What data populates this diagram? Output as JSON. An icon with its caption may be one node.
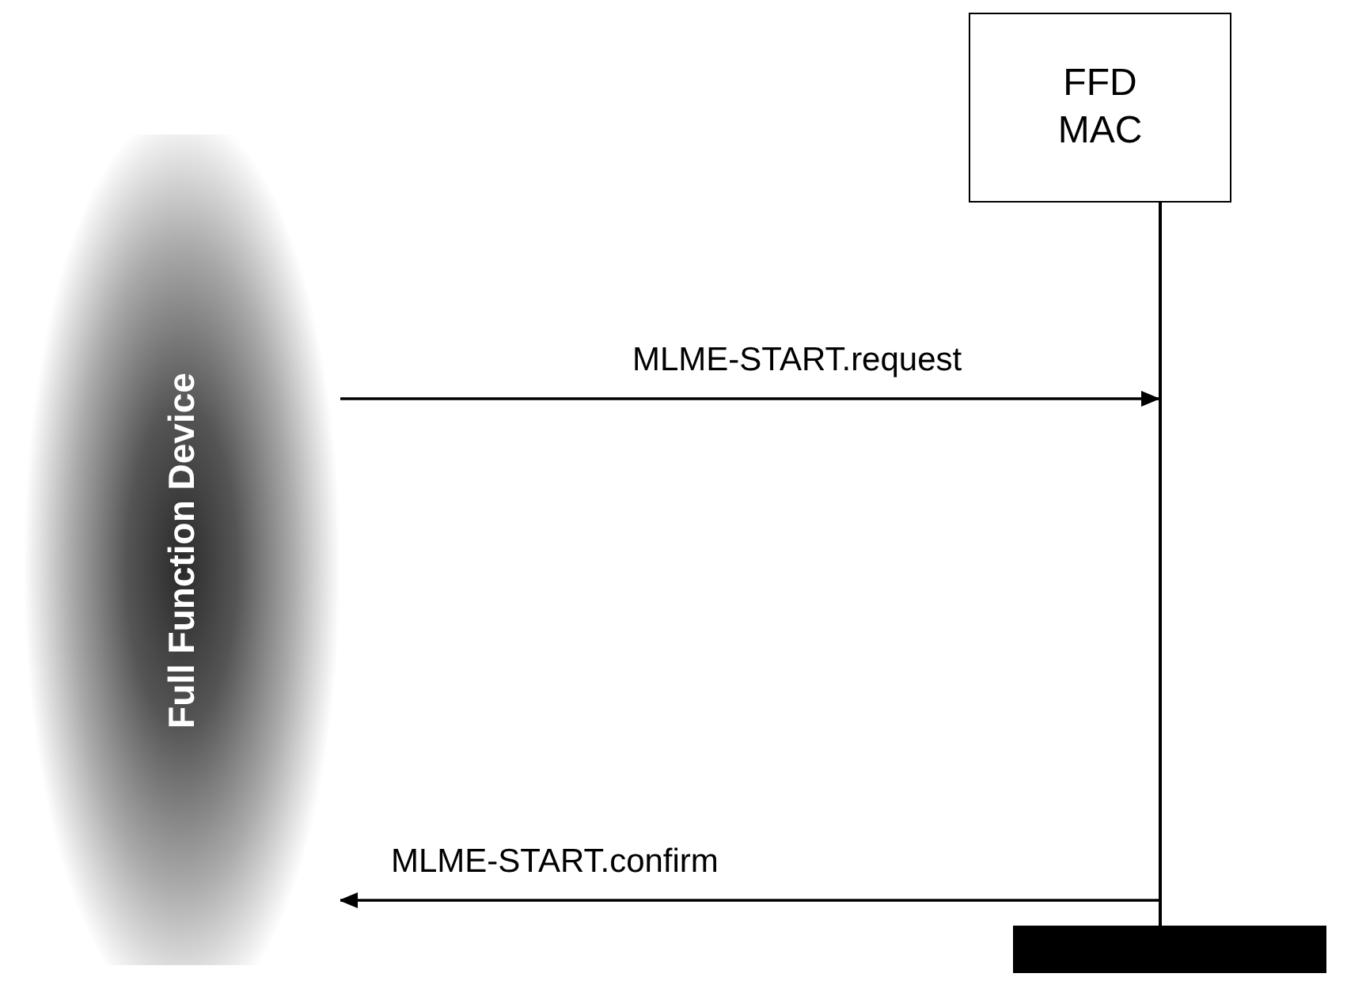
{
  "diagram": {
    "nodes": [
      {
        "text": [
          "Full Function Device"
        ]
      },
      {
        "text": [
          "FFD MAC"
        ]
      },
      {
        "text": [],
        "shape": "line"
      },
      {
        "text": [],
        "shape": "bar"
      }
    ],
    "edges": [
      {
        "from": 0,
        "to": 2,
        "arrow": "to",
        "label": "MLME-START.request"
      },
      {
        "from": 2,
        "to": 0,
        "arrow": "to",
        "label": "MLME-START.confirm"
      }
    ]
  }
}
